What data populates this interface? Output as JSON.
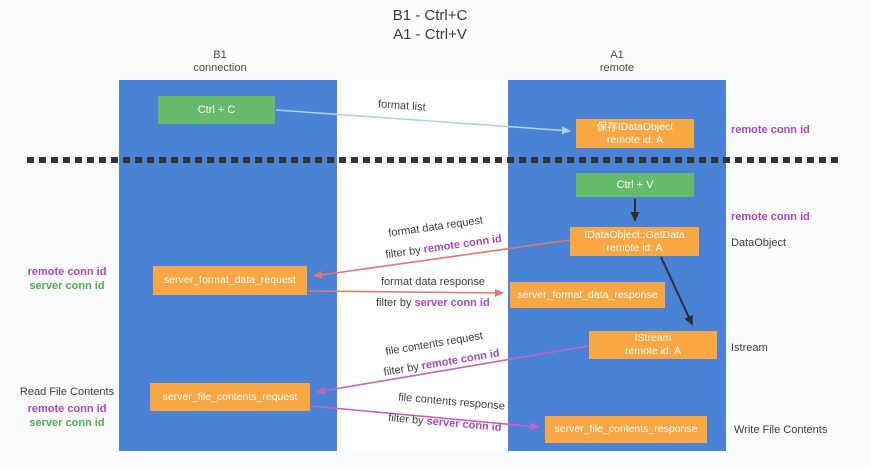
{
  "title": {
    "line1": "B1 - Ctrl+C",
    "line2": "A1 - Ctrl+V"
  },
  "lanes": {
    "left": {
      "name": "B1",
      "role": "connection"
    },
    "right": {
      "name": "A1",
      "role": "remote"
    }
  },
  "boxes": {
    "ctrl_c": {
      "label": "Ctrl + C"
    },
    "ctrl_v": {
      "label": "Ctrl + V"
    },
    "save_dataobject": {
      "line1": "保存IDataObject",
      "line2": "remote id: A"
    },
    "getdata": {
      "line1": "IDataObject::GetData",
      "line2": "remote id: A"
    },
    "istream": {
      "line1": "IStream",
      "line2": "remote id: A"
    },
    "server_format_data_request": {
      "label": "server_format_data_request"
    },
    "server_format_data_response": {
      "label": "server_format_data_response"
    },
    "server_file_contents_request": {
      "label": "server_file_contents_request"
    },
    "server_file_contents_response": {
      "label": "server_file_contents_response"
    }
  },
  "flows": {
    "format_list": {
      "label": "format list"
    },
    "format_data_request": {
      "label": "format data request",
      "filter_prefix": "filter by ",
      "filter_key": "remote conn id"
    },
    "format_data_response": {
      "label": "format data response",
      "filter_prefix": "filter by ",
      "filter_key": "server conn id"
    },
    "file_contents_request": {
      "label": "file contents request",
      "filter_prefix": "filter by ",
      "filter_key": "remote conn id"
    },
    "file_contents_response": {
      "label": "file contents response",
      "filter_prefix": "filter by ",
      "filter_key": "server conn id"
    }
  },
  "annotations": {
    "right": {
      "remote_conn_id_top": "remote conn id",
      "remote_conn_id_mid": "remote conn id",
      "dataobject": "DataObject",
      "istream": "Istream",
      "write_file_contents": "Write File Contents"
    },
    "left": {
      "remote_conn_id_mid": "remote conn id",
      "server_conn_id_mid": "server conn id",
      "read_file_contents": "Read File Contents",
      "remote_conn_id_bottom": "remote conn id",
      "server_conn_id_bottom": "server conn id"
    }
  },
  "colors": {
    "lane_blue": "#4a83d6",
    "box_green": "#66bb6a",
    "box_orange": "#f9a743",
    "remote_conn_id_purple": "#ab47bc",
    "server_conn_id_green": "#4caf50",
    "arrow_salmon": "#e8766b",
    "arrow_magenta": "#cc5fc4",
    "arrow_lightblue": "#a9d3f0",
    "arrow_black": "#2e2e2e",
    "background": "#fafbfc"
  }
}
